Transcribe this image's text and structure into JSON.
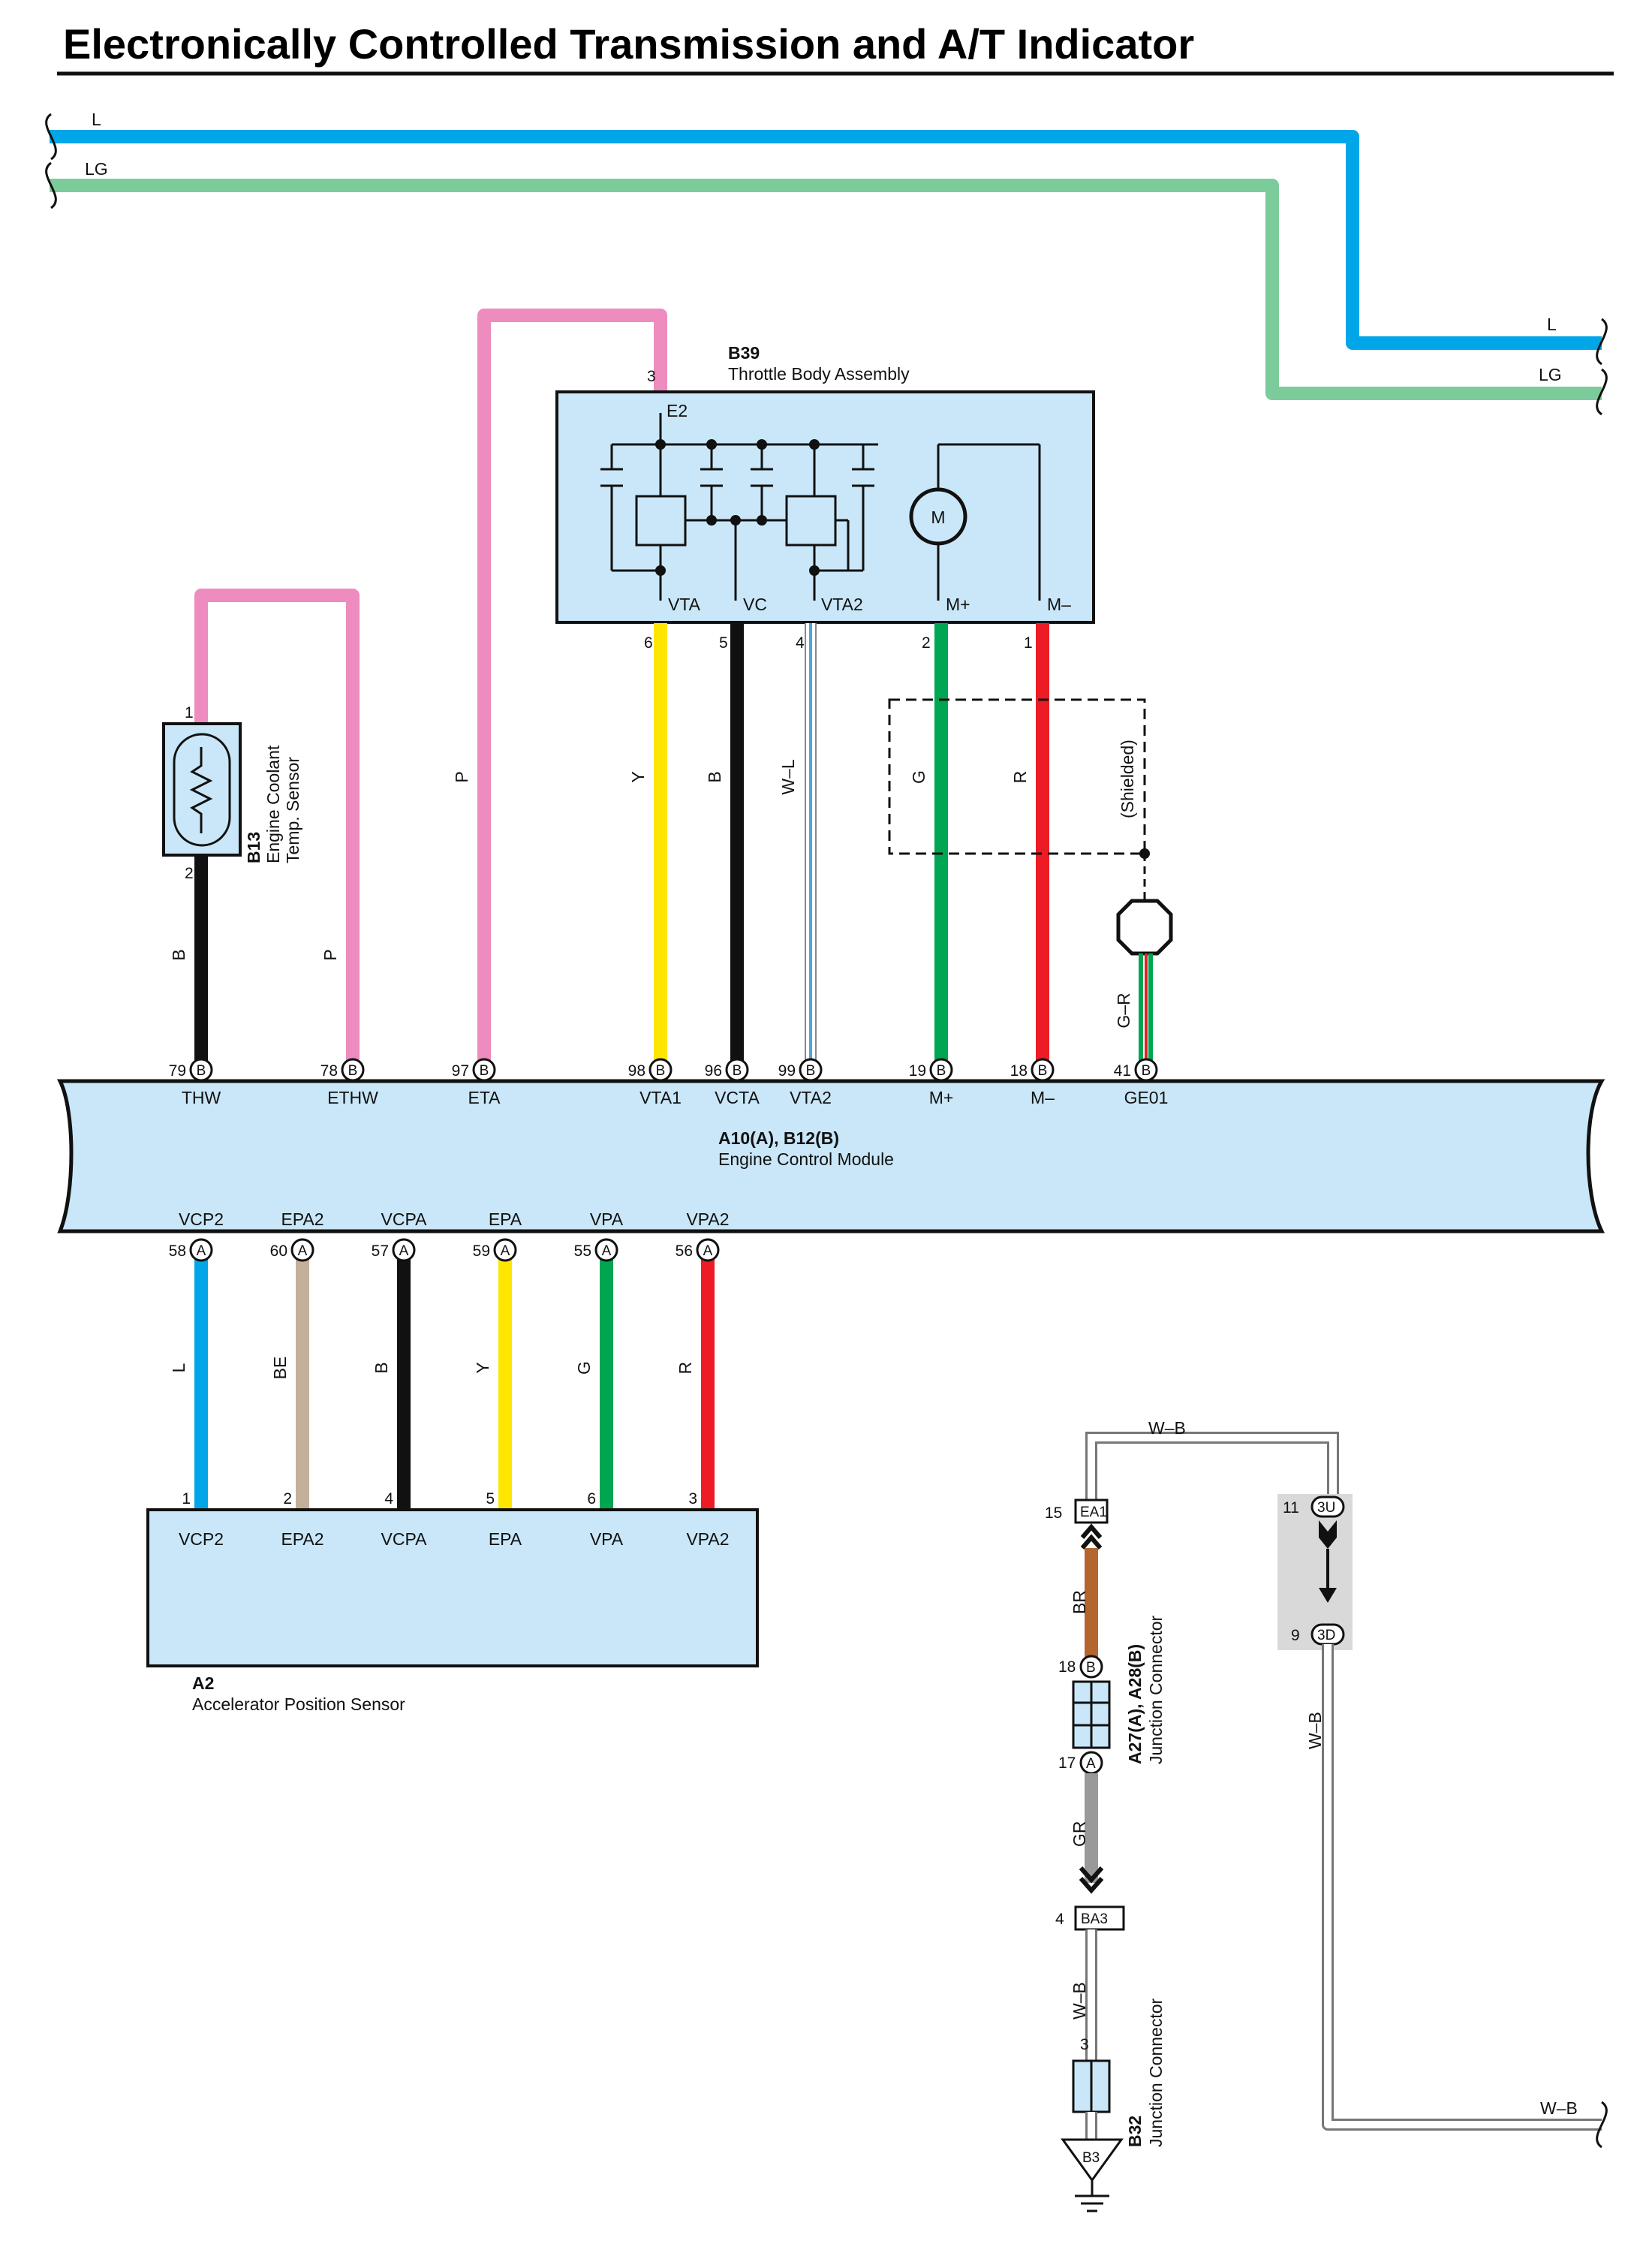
{
  "page_title": "Electronically Controlled Transmission and A/T Indicator",
  "bus_wires": {
    "l": "L",
    "lg": "LG",
    "l_right": "L",
    "lg_right": "LG"
  },
  "components": {
    "throttle_body": {
      "code": "B39",
      "name": "Throttle Body Assembly",
      "motor_label": "M",
      "terminals": [
        "E2",
        "VTA",
        "VC",
        "VTA2",
        "M+",
        "M–"
      ],
      "pins": [
        "3",
        "6",
        "5",
        "4",
        "2",
        "1"
      ]
    },
    "coolant_sensor": {
      "code": "B13",
      "name_line1": "Engine Coolant",
      "name_line2": "Temp.  Sensor",
      "pin_top": "1",
      "pin_bottom": "2"
    },
    "ecm": {
      "code": "A10(A), B12(B)",
      "name": "Engine Control Module"
    },
    "accel_sensor": {
      "code": "A2",
      "name": "Accelerator Position Sensor",
      "terminals": [
        "VCP2",
        "EPA2",
        "VCPA",
        "EPA",
        "VPA",
        "VPA2"
      ],
      "pins": [
        "1",
        "2",
        "4",
        "5",
        "6",
        "3"
      ]
    },
    "junction_a27": {
      "code": "A27(A), A28(B)",
      "name": "Junction Connector",
      "pin_top": "18",
      "pin_top_tag": "B",
      "pin_bottom": "17",
      "pin_bottom_tag": "A"
    },
    "junction_b32": {
      "code": "B32",
      "name": "Junction Connector",
      "pin": "3"
    },
    "shielded_label": "(Shielded)",
    "ground_label": "B3"
  },
  "ecm_top_pins": [
    {
      "num": "79",
      "tag": "B",
      "terminal": "THW",
      "wire": "B",
      "color": "#111111"
    },
    {
      "num": "78",
      "tag": "B",
      "terminal": "ETHW",
      "wire": "P",
      "color": "#ee8bbf"
    },
    {
      "num": "97",
      "tag": "B",
      "terminal": "ETA",
      "wire": "P",
      "color": "#ee8bbf"
    },
    {
      "num": "98",
      "tag": "B",
      "terminal": "VTA1",
      "wire": "Y",
      "color": "#ffe600"
    },
    {
      "num": "96",
      "tag": "B",
      "terminal": "VCTA",
      "wire": "B",
      "color": "#111111"
    },
    {
      "num": "99",
      "tag": "B",
      "terminal": "VTA2",
      "wire": "W–L",
      "color": "#4aa6dd"
    },
    {
      "num": "19",
      "tag": "B",
      "terminal": "M+",
      "wire": "G",
      "color": "#00a651"
    },
    {
      "num": "18",
      "tag": "B",
      "terminal": "M–",
      "wire": "R",
      "color": "#ed1c24"
    },
    {
      "num": "41",
      "tag": "B",
      "terminal": "GE01",
      "wire": "G–R",
      "color": "#00a651"
    }
  ],
  "ecm_bottom_pins": [
    {
      "num": "58",
      "tag": "A",
      "terminal": "VCP2",
      "wire": "L",
      "color": "#00a6e8"
    },
    {
      "num": "60",
      "tag": "A",
      "terminal": "EPA2",
      "wire": "BE",
      "color": "#c4b09a"
    },
    {
      "num": "57",
      "tag": "A",
      "terminal": "VCPA",
      "wire": "B",
      "color": "#111111"
    },
    {
      "num": "59",
      "tag": "A",
      "terminal": "EPA",
      "wire": "Y",
      "color": "#ffe600"
    },
    {
      "num": "55",
      "tag": "A",
      "terminal": "VPA",
      "wire": "G",
      "color": "#00a651"
    },
    {
      "num": "56",
      "tag": "A",
      "terminal": "VPA2",
      "wire": "R",
      "color": "#ed1c24"
    }
  ],
  "connectors": {
    "ea1": {
      "pin": "15",
      "label": "EA1"
    },
    "ba3": {
      "pin": "4",
      "label": "BA3"
    },
    "u3": {
      "pin": "11",
      "label": "3U"
    },
    "d3": {
      "pin": "9",
      "label": "3D"
    }
  },
  "ground_wires": {
    "top": "W–B",
    "br": "BR",
    "gr": "GR",
    "wb1": "W–B",
    "wb2": "W–B",
    "wb3": "W–B"
  },
  "colors": {
    "blue": "#00a6e8",
    "light_green": "#7ccb9a",
    "pink": "#ee8bbf",
    "yellow": "#ffe600",
    "black": "#111111",
    "green": "#00a651",
    "red": "#ed1c24",
    "beige": "#c4b09a",
    "brown": "#b5652e",
    "gray": "#999999",
    "box_fill": "#c9e7f8"
  }
}
